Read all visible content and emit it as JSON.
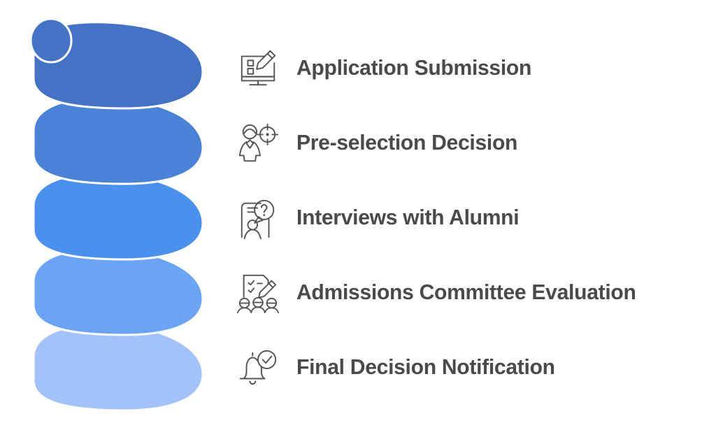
{
  "page": {
    "background_color": "#ffffff",
    "text_color": "#4a4a4a",
    "icon_stroke_color": "#555555",
    "title": "Admissions Process Spiral Infographic"
  },
  "spiral": {
    "name": "five-turn-coil",
    "turns": 5,
    "colors": [
      "#4472c4",
      "#4a82d8",
      "#4a90ed",
      "#6ba4f5",
      "#a4c2fa"
    ],
    "gap_color": "#ffffff",
    "direction": "top-to-bottom"
  },
  "steps": [
    {
      "index": 1,
      "label": "Application Submission",
      "icon": "monitor-checklist-pencil-icon",
      "accent": "#4472c4"
    },
    {
      "index": 2,
      "label": "Pre-selection Decision",
      "icon": "person-target-icon",
      "accent": "#4a82d8"
    },
    {
      "index": 3,
      "label": "Interviews with Alumni",
      "icon": "person-question-bubble-icon",
      "accent": "#4a90ed"
    },
    {
      "index": 4,
      "label": "Admissions Committee Evaluation",
      "icon": "checklist-pencil-people-icon",
      "accent": "#6ba4f5"
    },
    {
      "index": 5,
      "label": "Final Decision Notification",
      "icon": "bell-check-icon",
      "accent": "#a4c2fa"
    }
  ]
}
